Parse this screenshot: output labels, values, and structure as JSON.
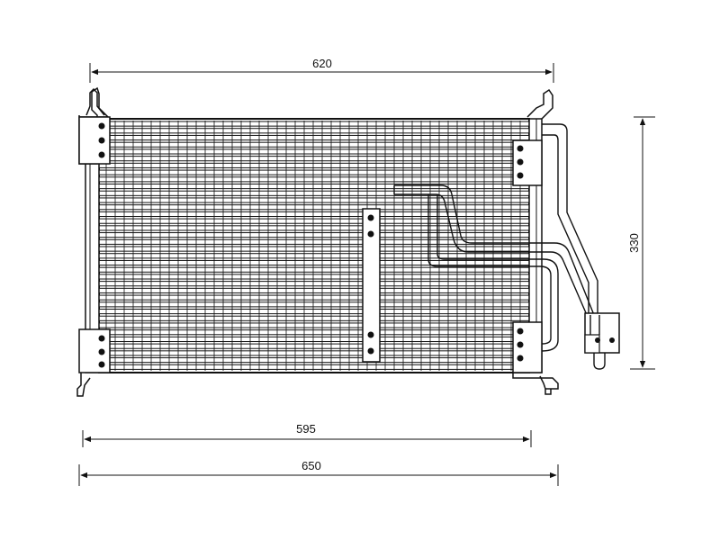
{
  "dimensions": {
    "top_width": "620",
    "core_width": "595",
    "overall_width": "650",
    "height": "330"
  },
  "colors": {
    "line": "#111111",
    "background": "#ffffff"
  },
  "core": {
    "tube_rows": 36
  }
}
